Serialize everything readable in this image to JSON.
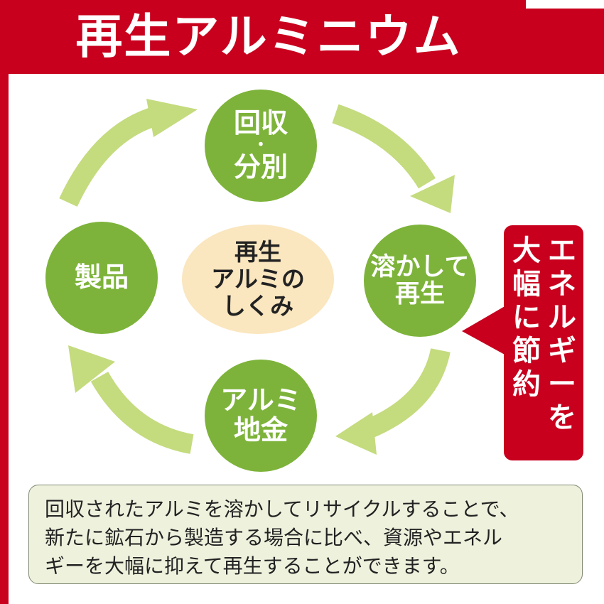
{
  "header": {
    "title": "再生アルミニウム"
  },
  "cycle": {
    "collection": {
      "line1": "回収",
      "dot": "・",
      "line2": "分別"
    },
    "remelt": {
      "line1": "溶かして",
      "line2": "再生"
    },
    "ingot": {
      "line1": "アルミ",
      "line2": "地金"
    },
    "product": {
      "line1": "製品"
    }
  },
  "center": {
    "line1": "再生",
    "line2": "アルミの",
    "line3": "しくみ"
  },
  "callout": {
    "col_right": [
      "エ",
      "ネ",
      "ル",
      "ギ",
      "ー",
      "を"
    ],
    "col_left": [
      "大",
      "幅",
      "に",
      "節",
      "約"
    ]
  },
  "note": {
    "line1": "回収されたアルミを溶かしてリサイクルすることで、",
    "line2": "新たに鉱石から製造する場合に比べ、資源やエネル",
    "line3": "ギーを大幅に抑えて再生することができます。"
  },
  "colors": {
    "brand_red": "#c8001e",
    "circle_green": "#7db33a",
    "arrow_green": "#c4db7e",
    "center_beige": "#fae6bf",
    "note_bg": "#eef2dd"
  }
}
